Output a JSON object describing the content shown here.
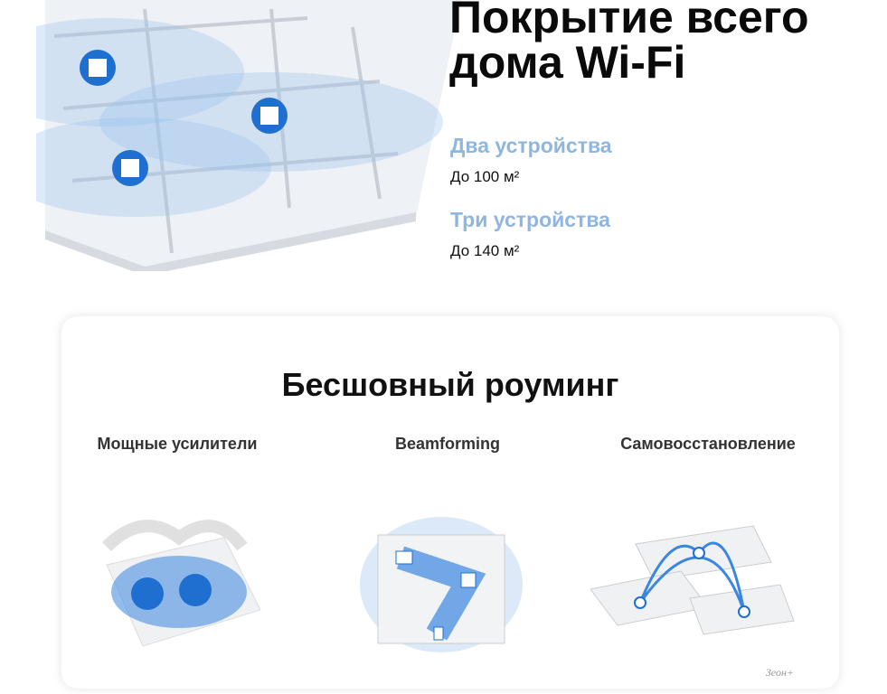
{
  "hero": {
    "title_line1": "Покрытие всего",
    "title_line2": "дома Wi-Fi",
    "options": [
      {
        "label": "Два устройства",
        "value": "До 100 м²"
      },
      {
        "label": "Три устройства",
        "value": "До 140 м²"
      }
    ]
  },
  "roaming": {
    "title": "Бесшовный роуминг",
    "features": [
      {
        "label": "Мощные усилители"
      },
      {
        "label": "Beamforming"
      },
      {
        "label": "Самовосстановление"
      }
    ]
  },
  "watermark": "Зеон+",
  "colors": {
    "accent": "#8fb6df",
    "device_blue": "#1f6fd1"
  }
}
